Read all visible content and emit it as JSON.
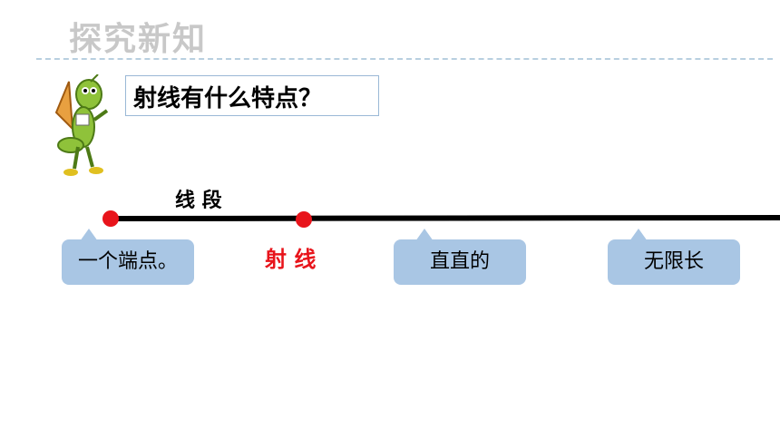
{
  "header": {
    "title": "探究新知"
  },
  "question": {
    "text": "射线有什么特点？"
  },
  "diagram": {
    "segment_label": "线 段",
    "ray_label": "射 线",
    "point_color": "#e8141b",
    "line_color": "#000000"
  },
  "bubbles": [
    {
      "text": "一个端点。"
    },
    {
      "text": "直直的"
    },
    {
      "text": "无限长"
    }
  ],
  "colors": {
    "title": "#c8c8c8",
    "bubble": "#a9c6e4",
    "highlight": "#e8141b"
  }
}
